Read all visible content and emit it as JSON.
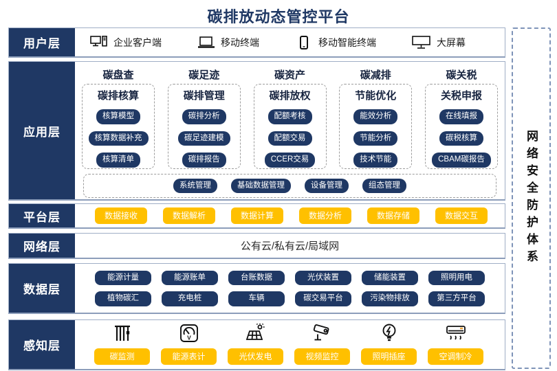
{
  "title": "碳排放动态管控平台",
  "security_panel": {
    "label": "网络安全防护体系"
  },
  "colors": {
    "navy": "#1F3864",
    "gold": "#FFC000",
    "row_border": "#9FAEC6",
    "dashed_gray": "#9C9C9C",
    "security_dash": "#7E93B8"
  },
  "layers": {
    "user": {
      "label": "用户层",
      "items": [
        {
          "icon": "desktop-pc-icon",
          "label": "企业客户端"
        },
        {
          "icon": "laptop-icon",
          "label": "移动终端"
        },
        {
          "icon": "smartphone-icon",
          "label": "移动智能终端"
        },
        {
          "icon": "big-screen-icon",
          "label": "大屏幕"
        }
      ]
    },
    "application": {
      "label": "应用层",
      "columns": [
        {
          "header": "碳盘查",
          "title": "碳排核算",
          "buttons": [
            "核算模型",
            "核算数据补充",
            "核算清单"
          ]
        },
        {
          "header": "碳足迹",
          "title": "碳排管理",
          "buttons": [
            "碳排分析",
            "碳足迹建模",
            "碳排报告"
          ]
        },
        {
          "header": "碳资产",
          "title": "碳排放权",
          "buttons": [
            "配额考核",
            "配额交易",
            "CCER交易"
          ]
        },
        {
          "header": "碳减排",
          "title": "节能优化",
          "buttons": [
            "能效分析",
            "节能分析",
            "技术节能"
          ]
        },
        {
          "header": "碳关税",
          "title": "关税申报",
          "buttons": [
            "在线填报",
            "碳税核算",
            "CBAM碳报告"
          ]
        }
      ],
      "management": [
        "系统管理",
        "基础数据管理",
        "设备管理",
        "组态管理"
      ]
    },
    "platform": {
      "label": "平台层",
      "buttons": [
        "数据接收",
        "数据解析",
        "数据计算",
        "数据分析",
        "数据存储",
        "数据交互"
      ]
    },
    "network": {
      "label": "网络层",
      "text": "公有云/私有云/局域网"
    },
    "data": {
      "label": "数据层",
      "rows": [
        [
          "能源计量",
          "能源账单",
          "台账数据",
          "光伏装置",
          "储能装置",
          "照明用电"
        ],
        [
          "植物碳汇",
          "充电桩",
          "车辆",
          "碳交易平台",
          "污染物排放",
          "第三方平台"
        ]
      ]
    },
    "perception": {
      "label": "感知层",
      "items": [
        {
          "icon": "carbon-monitor-icon",
          "label": "碳监测"
        },
        {
          "icon": "energy-meter-icon",
          "label": "能源表计"
        },
        {
          "icon": "solar-power-icon",
          "label": "光伏发电"
        },
        {
          "icon": "cctv-camera-icon",
          "label": "视频监控"
        },
        {
          "icon": "light-socket-icon",
          "label": "照明插座"
        },
        {
          "icon": "air-conditioner-icon",
          "label": "空调制冷"
        }
      ]
    }
  }
}
